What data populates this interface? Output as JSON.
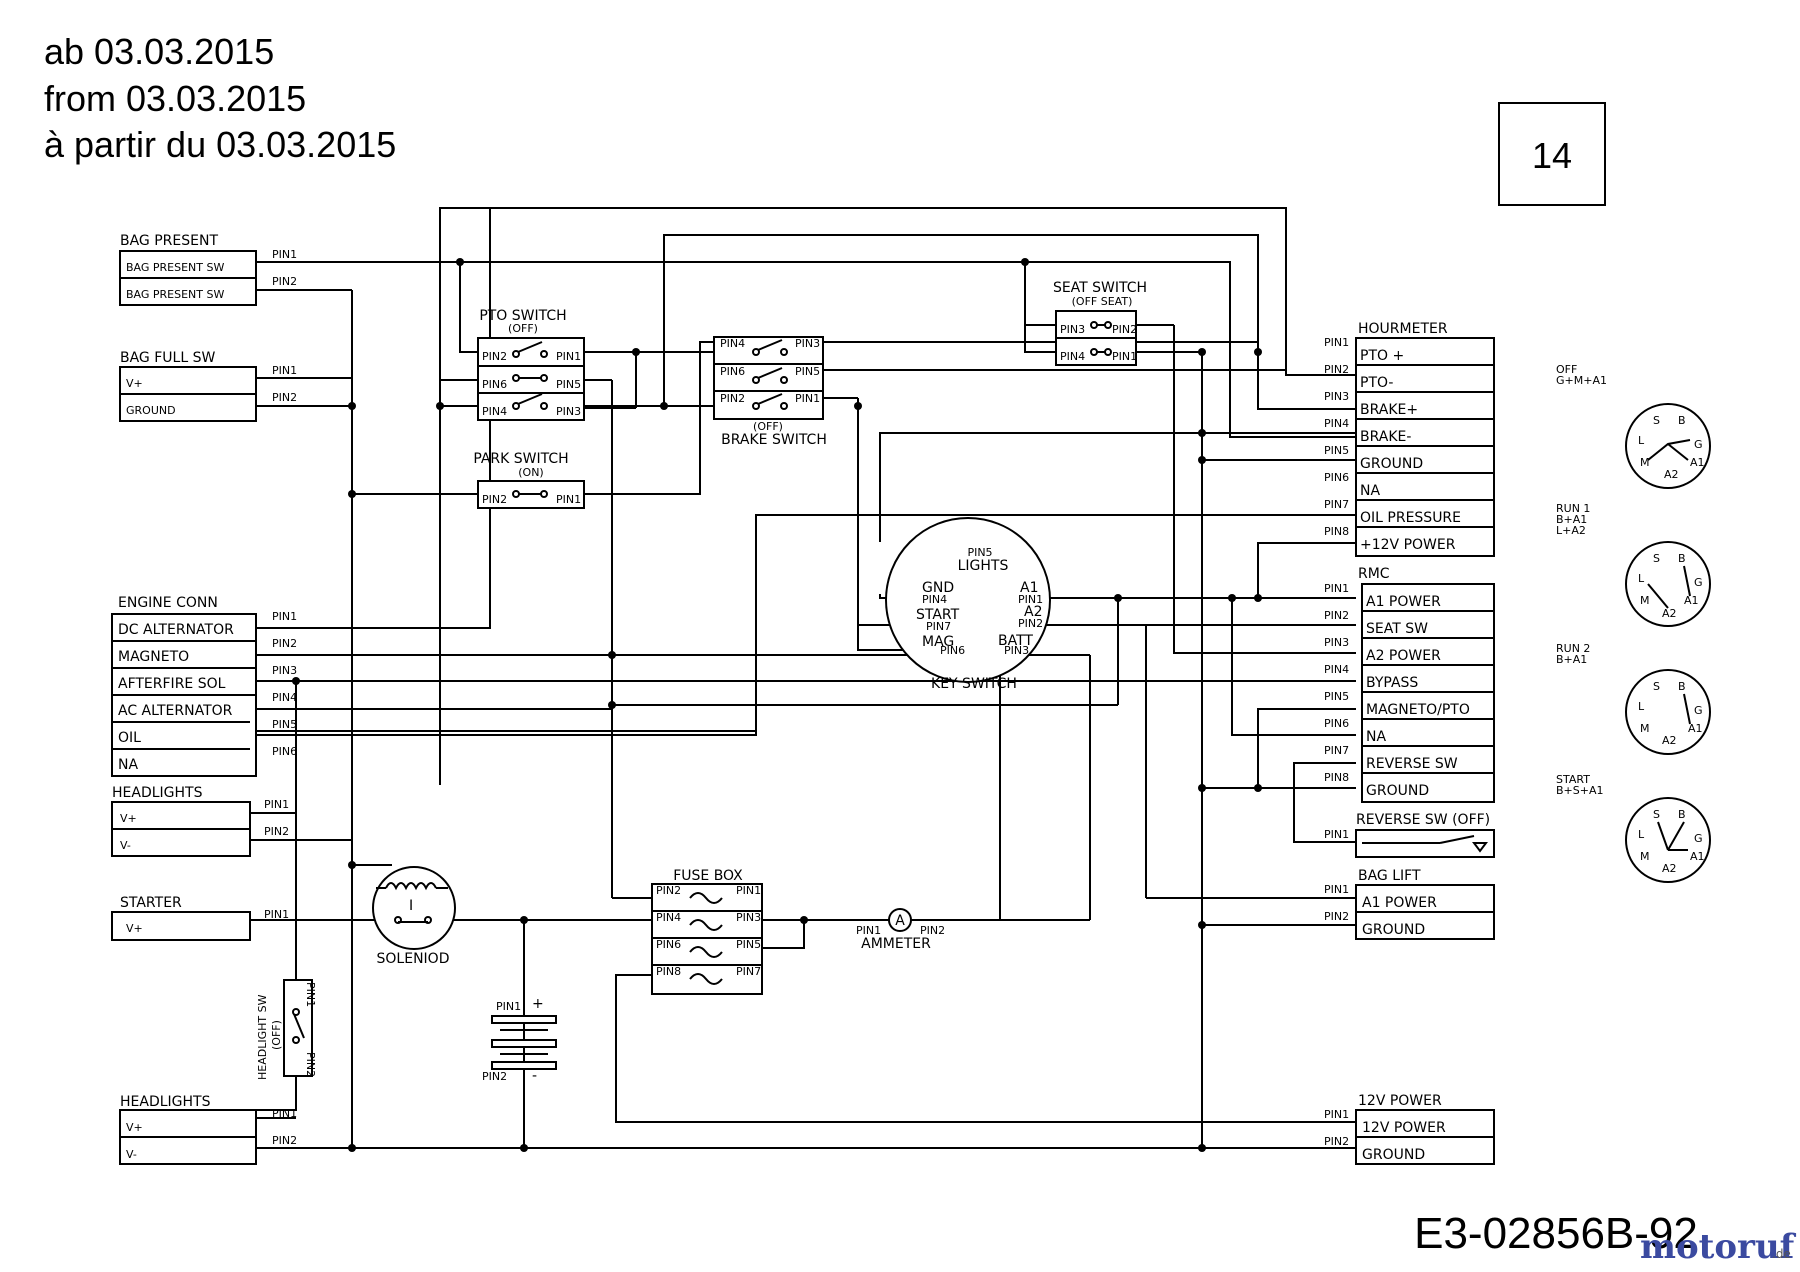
{
  "header": {
    "line_de": "ab 03.03.2015",
    "line_en": "from 03.03.2015",
    "line_fr": "à partir du 03.03.2015",
    "page_number": "14",
    "drawing_code": "E3-02856B-92",
    "watermark": "motoruf",
    "watermark_tld": ".de"
  },
  "pins": [
    "PIN1",
    "PIN2",
    "PIN3",
    "PIN4",
    "PIN5",
    "PIN6",
    "PIN7",
    "PIN8"
  ],
  "connectors_left": {
    "bag_present": {
      "title": "BAG PRESENT",
      "rows": [
        "BAG PRESENT SW",
        "BAG PRESENT SW"
      ]
    },
    "bag_full": {
      "title": "BAG FULL SW",
      "rows": [
        "V+",
        "GROUND"
      ]
    },
    "engine_conn": {
      "title": "ENGINE CONN",
      "rows": [
        "DC ALTERNATOR",
        "MAGNETO",
        "AFTERFIRE SOL",
        "AC ALTERNATOR",
        "OIL",
        "NA"
      ]
    },
    "headlights_top": {
      "title": "HEADLIGHTS",
      "rows": [
        "V+",
        "V-"
      ]
    },
    "starter": {
      "title": "STARTER",
      "rows": [
        "V+"
      ]
    },
    "headlights_bottom": {
      "title": "HEADLIGHTS",
      "rows": [
        "V+",
        "V-"
      ]
    }
  },
  "connectors_right": {
    "hourmeter": {
      "title": "HOURMETER",
      "rows": [
        "PTO +",
        "PTO-",
        "BRAKE+",
        "BRAKE-",
        "GROUND",
        "NA",
        "OIL PRESSURE",
        "+12V POWER"
      ]
    },
    "rmc": {
      "title": "RMC",
      "rows": [
        "A1 POWER",
        "SEAT SW",
        "A2 POWER",
        "BYPASS",
        "MAGNETO/PTO",
        "NA",
        "REVERSE SW",
        "GROUND"
      ]
    },
    "reverse_sw": {
      "title": "REVERSE SW (OFF)"
    },
    "bag_lift": {
      "title": "BAG LIFT",
      "rows": [
        "A1 POWER",
        "GROUND"
      ]
    },
    "power_12v": {
      "title": "12V POWER",
      "rows": [
        "12V POWER",
        "GROUND"
      ]
    }
  },
  "switches": {
    "pto": {
      "title": "PTO SWITCH",
      "state": "(OFF)"
    },
    "park": {
      "title": "PARK SWITCH",
      "state": "(ON)"
    },
    "brake": {
      "title": "BRAKE SWITCH",
      "state": "(OFF)"
    },
    "seat": {
      "title": "SEAT SWITCH",
      "state": "(OFF SEAT)"
    },
    "headlight": {
      "title": "HEADLIGHT SW",
      "state": "(OFF)"
    }
  },
  "key_switch": {
    "title": "KEY SWITCH",
    "lights": "LIGHTS",
    "gnd": "GND",
    "start": "START",
    "mag": "MAG",
    "a1": "A1",
    "a2": "A2",
    "batt": "BATT"
  },
  "components": {
    "fuse_box": "FUSE BOX",
    "solenoid": "SOLENIOD",
    "ammeter": "AMMETER",
    "ammeter_symbol": "A",
    "battery_plus": "+",
    "battery_minus": "-",
    "solenoid_mark": "I"
  },
  "key_positions": [
    {
      "name": "OFF",
      "combo": "G+M+A1"
    },
    {
      "name": "RUN 1",
      "combo": "B+A1",
      "combo2": "L+A2"
    },
    {
      "name": "RUN 2",
      "combo": "B+A1"
    },
    {
      "name": "START",
      "combo": "B+S+A1"
    }
  ],
  "dial_letters": {
    "s": "S",
    "b": "B",
    "l": "L",
    "g": "G",
    "m": "M",
    "a1": "A1",
    "a2": "A2"
  }
}
